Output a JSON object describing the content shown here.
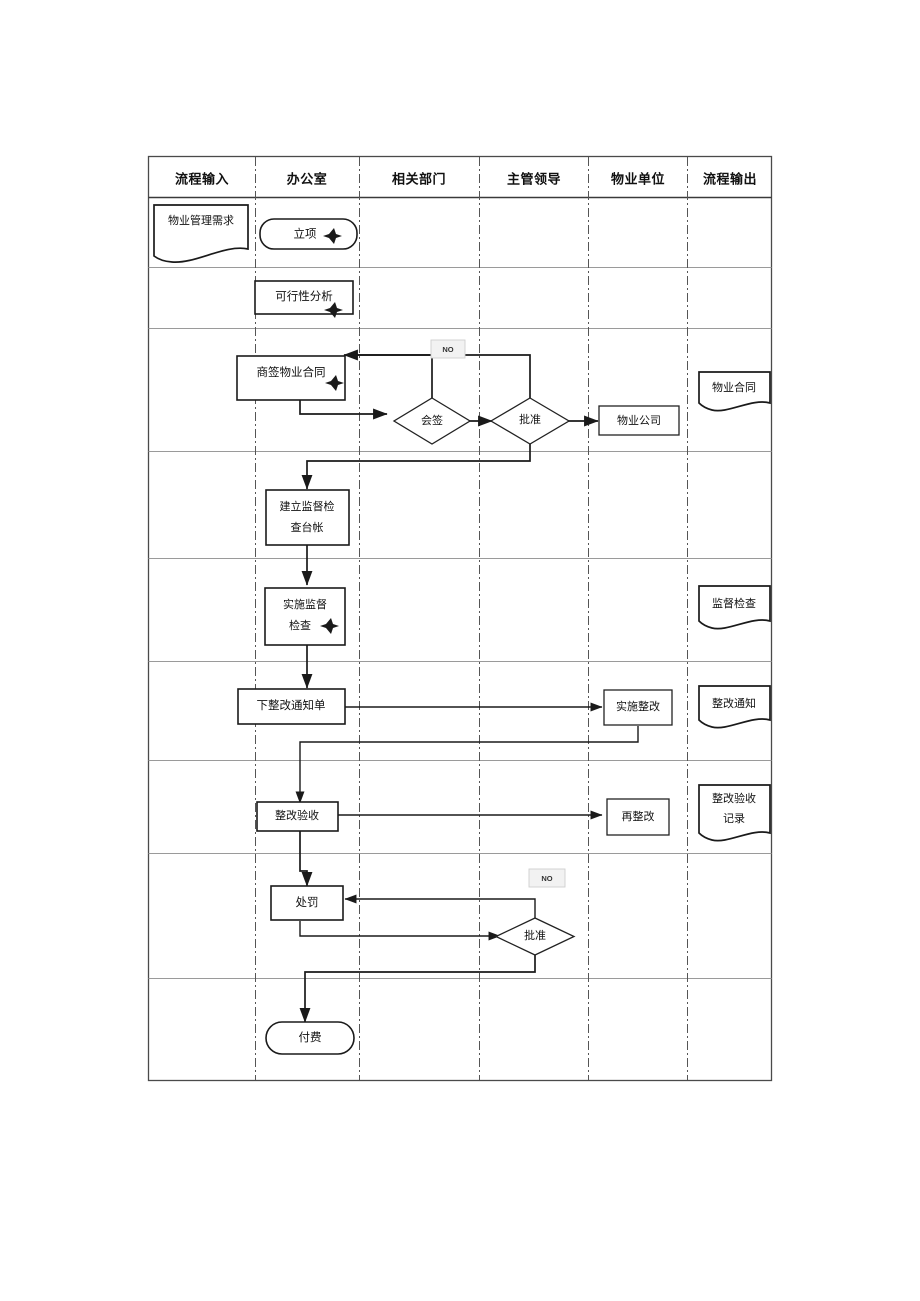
{
  "diagram": {
    "type": "cross-functional-flowchart",
    "title_visible": false,
    "columns": [
      {
        "id": "input",
        "label": "流程输入"
      },
      {
        "id": "office",
        "label": "办公室"
      },
      {
        "id": "dept",
        "label": "相关部门"
      },
      {
        "id": "leader",
        "label": "主管领导"
      },
      {
        "id": "unit",
        "label": "物业单位"
      },
      {
        "id": "output",
        "label": "流程输出"
      }
    ],
    "nodes": [
      {
        "id": "n1",
        "label": "物业管理需求",
        "shape": "document",
        "lane": "input"
      },
      {
        "id": "n2",
        "label": "立项",
        "shape": "rounded",
        "lane": "office"
      },
      {
        "id": "n3",
        "label": "可行性分析",
        "shape": "process",
        "lane": "office"
      },
      {
        "id": "n4",
        "label": "商签物业合同",
        "shape": "process",
        "lane": "office"
      },
      {
        "id": "n5",
        "label": "会签",
        "shape": "decision",
        "lane": "dept"
      },
      {
        "id": "n6",
        "label": "批准",
        "shape": "decision",
        "lane": "leader"
      },
      {
        "id": "n7",
        "label": "物业公司",
        "shape": "process",
        "lane": "unit"
      },
      {
        "id": "n8",
        "label": "物业合同",
        "shape": "document",
        "lane": "output"
      },
      {
        "id": "n9",
        "label": "建立监督检查台帐",
        "line1": "建立监督检",
        "line2": "查台帐",
        "shape": "process",
        "lane": "office"
      },
      {
        "id": "n10",
        "label": "实施监督检查",
        "line1": "实施监督",
        "line2": "检查",
        "shape": "process",
        "lane": "office"
      },
      {
        "id": "n11",
        "label": "监督检查",
        "shape": "document",
        "lane": "output"
      },
      {
        "id": "n12",
        "label": "下整改通知单",
        "shape": "process",
        "lane": "office"
      },
      {
        "id": "n13",
        "label": "实施整改",
        "shape": "process",
        "lane": "unit"
      },
      {
        "id": "n14",
        "label": "整改通知",
        "shape": "document",
        "lane": "output"
      },
      {
        "id": "n15",
        "label": "整改验收",
        "shape": "process",
        "lane": "office"
      },
      {
        "id": "n16",
        "label": "再整改",
        "shape": "process",
        "lane": "unit"
      },
      {
        "id": "n17",
        "label": "整改验收记录",
        "line1": "整改验收",
        "line2": "记录",
        "shape": "document",
        "lane": "output"
      },
      {
        "id": "n18",
        "label": "处罚",
        "shape": "process",
        "lane": "office"
      },
      {
        "id": "n19",
        "label": "批准",
        "shape": "decision",
        "lane": "leader"
      },
      {
        "id": "n20",
        "label": "付费",
        "shape": "terminator",
        "lane": "office"
      }
    ],
    "edge_labels": [
      {
        "id": "no1",
        "text": "NO"
      },
      {
        "id": "no2",
        "text": "NO"
      }
    ],
    "colors": {
      "stroke": "#1a1a1a",
      "fill": "#ffffff",
      "grid": "#9a9a9a",
      "lane_divider": "#555555",
      "no_label_fill": "#f2f2f2",
      "page_background": "#ffffff"
    }
  }
}
